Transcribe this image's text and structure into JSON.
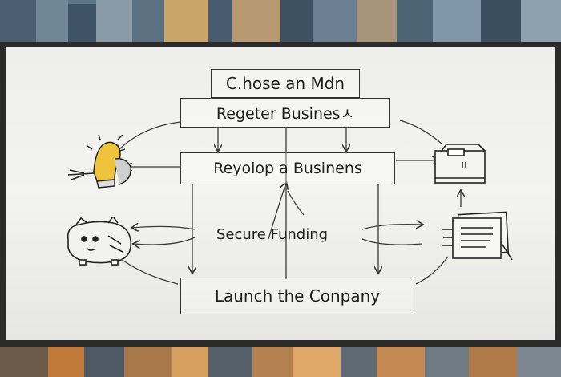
{
  "diagram": {
    "steps": {
      "choose": "C.hose an Mdn",
      "register": "Regeter Businesㅅ",
      "develop": "Reyolop a Businens",
      "funding": "Secure Funding",
      "launch": "Launch the Conpany"
    },
    "icons": {
      "idea": "lightbulb-icon",
      "savings": "piggy-bank-icon",
      "office": "printer-icon",
      "documents": "documents-icon"
    }
  }
}
